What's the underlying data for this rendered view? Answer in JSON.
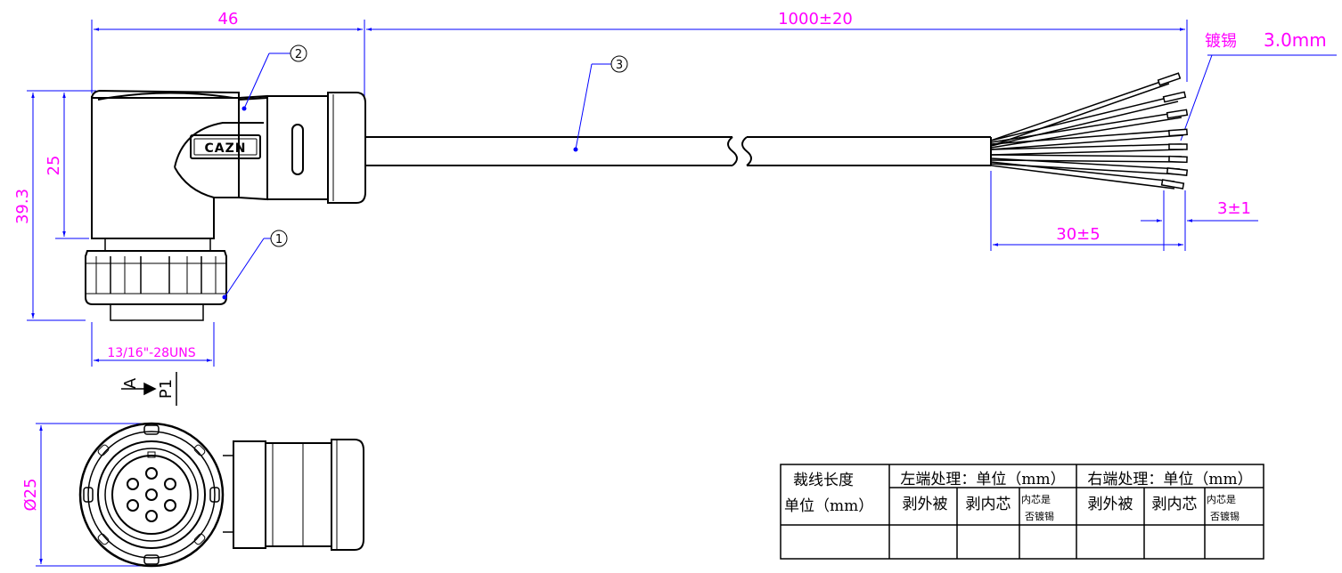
{
  "dimensions": {
    "connector_width": "46",
    "cable_length": "1000±20",
    "height_total": "39.3",
    "height_body": "25",
    "thread": "13/16\"-28UNS",
    "strip_length": "30±5",
    "tin_length": "3±1",
    "diameter": "Ø25"
  },
  "callouts": {
    "part_1": "1",
    "part_2": "2",
    "part_3": "3"
  },
  "tin_note": {
    "label": "镀锡",
    "value": "3.0mm"
  },
  "view": {
    "letter": "A",
    "page": "P1"
  },
  "brand": "CAZN",
  "table": {
    "cut_length": [
      "裁线长度",
      "单位（mm）"
    ],
    "left_end": "左端处理：单位（mm）",
    "right_end": "右端处理：单位（mm）",
    "sub_strip_jacket": "剥外被",
    "sub_strip_core": "剥内芯",
    "sub_tin": [
      "内芯是",
      "否镀锡"
    ]
  },
  "colors": {
    "outline": "#000000",
    "dimension": "#ff00ff",
    "leader": "#0000ff"
  }
}
